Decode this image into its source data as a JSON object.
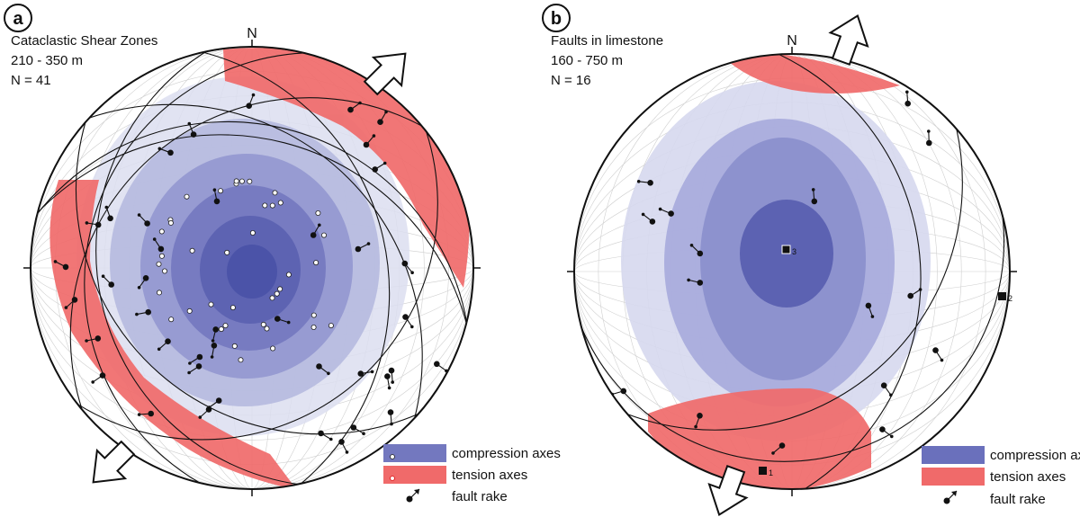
{
  "panels": [
    {
      "letter": "a",
      "title": "Cataclastic Shear Zones",
      "range": "210 - 350 m",
      "count": "N = 41",
      "north": "N",
      "legend": {
        "compression": "compression axes",
        "tension": "tension axes",
        "rake": "fault rake"
      }
    },
    {
      "letter": "b",
      "title": "Faults in limestone",
      "range": "160 - 750 m",
      "count": "N = 16",
      "north": "N",
      "legend": {
        "compression": "compression axes",
        "tension": "tension axes",
        "rake": "fault rake"
      },
      "axis_labels": [
        "1",
        "2",
        "3"
      ]
    }
  ],
  "colors": {
    "compression_dark": "#4a52a8",
    "compression_light": "#d6d8ee",
    "tension": "#f06a6a",
    "outline": "#111111",
    "grid": "#c9c9c9"
  }
}
